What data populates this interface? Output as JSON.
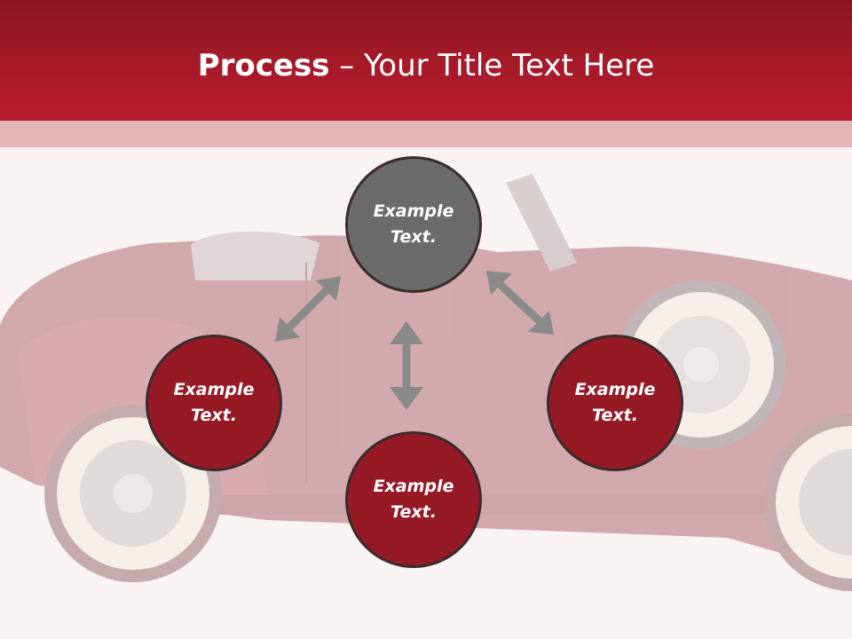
{
  "slide": {
    "title_bold": "Process",
    "title_rest": " – Your Title Text Here"
  },
  "colors": {
    "header": "#a41a29",
    "header_band": "#e2b6b9",
    "center_node": "#6b6b6b",
    "outer_node": "#961a25",
    "arrow": "#8a8a8a",
    "background": "#f9f3f3"
  },
  "diagram": {
    "type": "hub-process",
    "nodes": [
      {
        "id": "top",
        "text": "Example\nText."
      },
      {
        "id": "left",
        "text": "Example\nText."
      },
      {
        "id": "right",
        "text": "Example\nText."
      },
      {
        "id": "bottom",
        "text": "Example\nText."
      }
    ],
    "connectors": [
      "double-arrow-top-left",
      "double-arrow-top-right",
      "double-arrow-vertical"
    ]
  },
  "background_image": {
    "subject": "vintage red convertible car"
  }
}
